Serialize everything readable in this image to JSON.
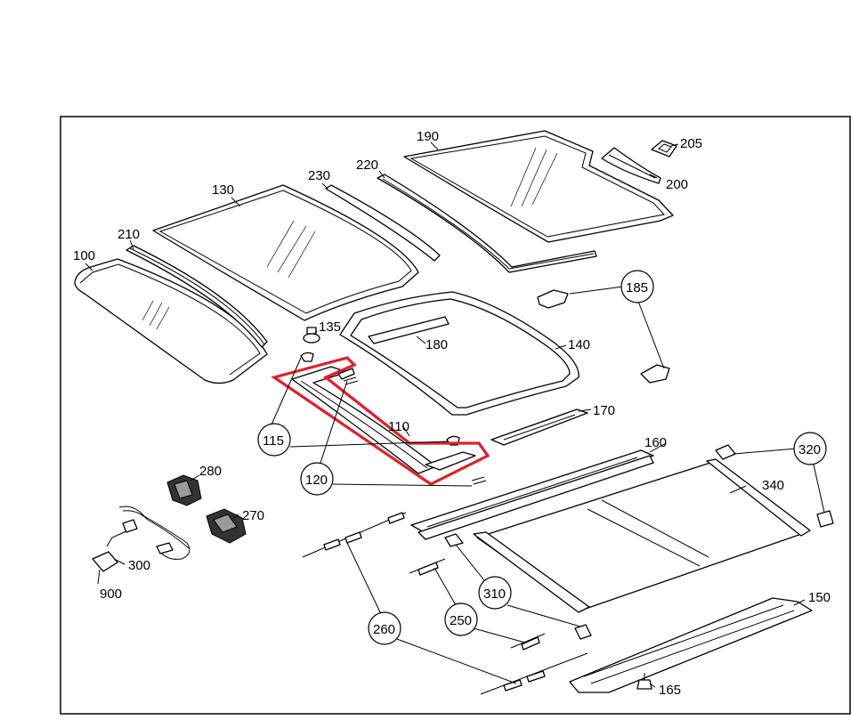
{
  "diagram": {
    "highlight_color": "#e0202a",
    "labels": {
      "p100": "100",
      "p110": "110",
      "p115": "115",
      "p120": "120",
      "p130": "130",
      "p135": "135",
      "p140": "140",
      "p150": "150",
      "p160": "160",
      "p165": "165",
      "p170": "170",
      "p180": "180",
      "p185": "185",
      "p190": "190",
      "p200": "200",
      "p205": "205",
      "p210": "210",
      "p220": "220",
      "p230": "230",
      "p250": "250",
      "p260": "260",
      "p270": "270",
      "p280": "280",
      "p300": "300",
      "p310": "310",
      "p320": "320",
      "p340": "340",
      "p900": "900"
    }
  }
}
